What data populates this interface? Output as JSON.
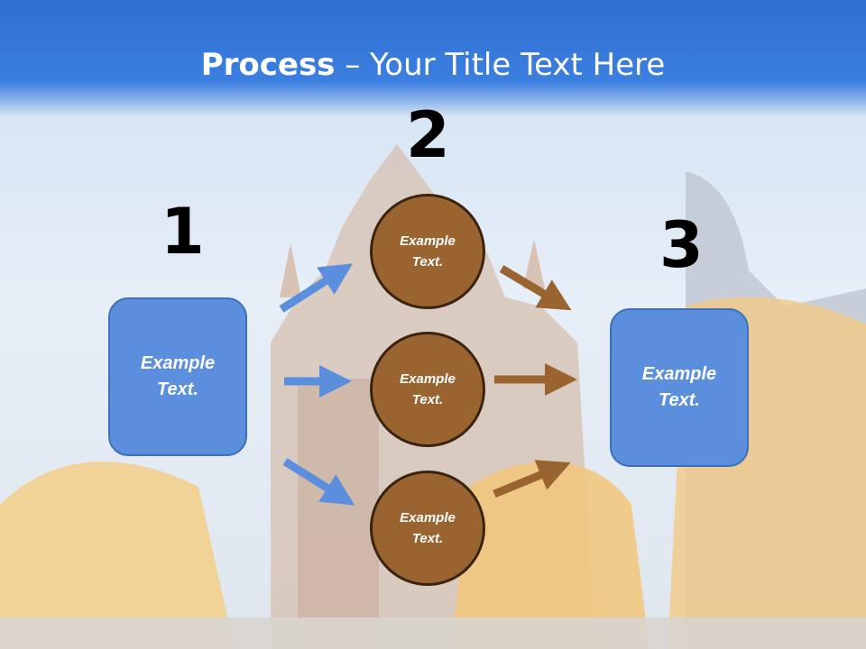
{
  "title": {
    "bold": "Process",
    "rest": " – Your Title Text Here"
  },
  "steps": {
    "one": "1",
    "two": "2",
    "three": "3"
  },
  "left_box": {
    "text": "Example Text."
  },
  "circles": [
    {
      "text": "Example Text."
    },
    {
      "text": "Example Text."
    },
    {
      "text": "Example Text."
    }
  ],
  "right_box": {
    "text": "Example Text."
  },
  "colors": {
    "blue": "#5b8fde",
    "brown": "#9a6430",
    "arrow_blue": "#5b8fde",
    "arrow_brown": "#9a6430"
  }
}
